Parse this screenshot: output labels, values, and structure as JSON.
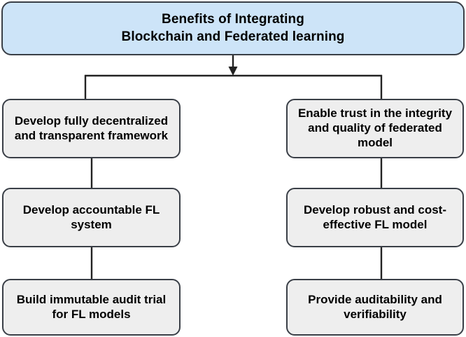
{
  "diagram": {
    "type": "flowchart",
    "title": "Benefits of Integrating\nBlockchain and Federated learning",
    "header": {
      "label": "Benefits of Integrating\nBlockchain and Federated learning",
      "fill_color": "#cde4f8",
      "border_color": "#3a3f47"
    },
    "branch_colors": {
      "node_fill": "#eeeeee",
      "node_border": "#3a3f47",
      "connector": "#222222"
    },
    "columns": [
      {
        "name": "left-branch",
        "nodes": [
          {
            "label": "Develop fully decentralized\nand transparent framework"
          },
          {
            "label": "Develop accountable FL\nsystem"
          },
          {
            "label": "Build immutable audit trial\nfor FL models"
          }
        ]
      },
      {
        "name": "right-branch",
        "nodes": [
          {
            "label": "Enable trust in the integrity\nand quality of federated\nmodel"
          },
          {
            "label": "Develop robust and cost-\neffective FL model"
          },
          {
            "label": "Provide auditability and\nverifiability"
          }
        ]
      }
    ]
  }
}
